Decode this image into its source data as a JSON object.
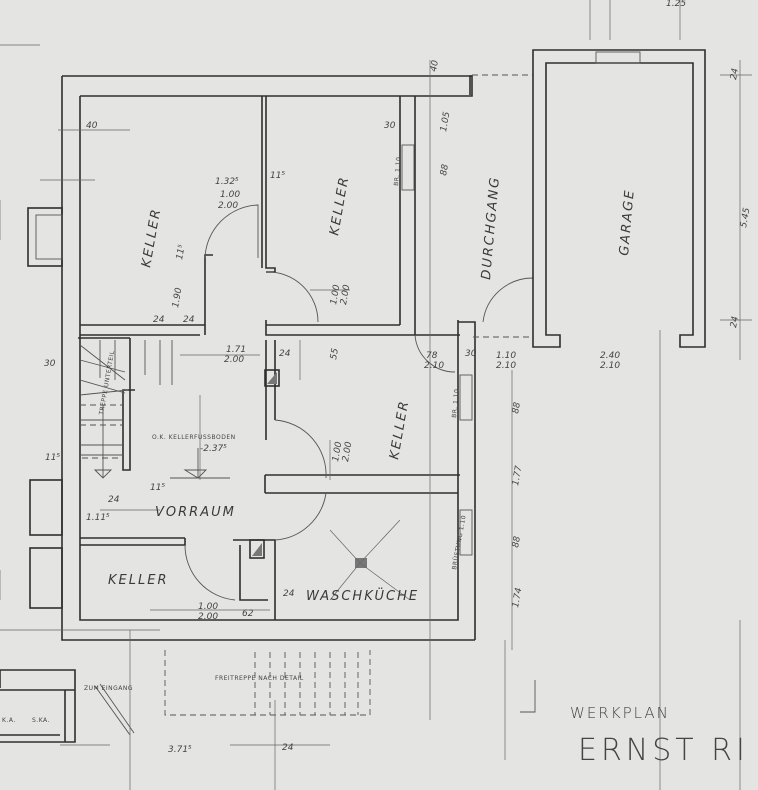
{
  "rooms": {
    "keller_nw": "KELLER",
    "keller_n": "KELLER",
    "durchgang": "DURCHGANG",
    "garage": "GARAGE",
    "keller_e": "KELLER",
    "vorraum": "VORRAUM",
    "keller_sw": "KELLER",
    "waschkueche": "WASCHKÜCHE"
  },
  "notes": {
    "floor_level_label": "O.K. KELLERFUSSBODEN",
    "floor_level_value": "-2.37⁵",
    "stair_note": "TREPPE UNTERTEIL",
    "outdoor_stair": "FREITREPPE NACH DETAIL",
    "to_entrance": "ZUM EINGANG",
    "window_n": "BR. 1.10",
    "window_e": "BR. 1.10",
    "window_wk": "BRÜSTUNG 1.10",
    "small_a": "K.A.",
    "small_b": "S.KA."
  },
  "title_block": {
    "plan_type": "WERKPLAN",
    "name": "ERNST RI"
  },
  "dimensions": [
    "40",
    "1.32⁵",
    "11⁵",
    "1.00",
    "2.00",
    "11⁵",
    "1.90",
    "24",
    "24",
    "30",
    "1.05",
    "88",
    "1.00",
    "2.00",
    "1.71",
    "2.00",
    "30",
    "78",
    "2.10",
    "1.10",
    "2.10",
    "2.40",
    "2.10",
    "1.00",
    "2.00",
    "1.00",
    "2.00",
    "62",
    "24",
    "1.77",
    "1.74",
    "88",
    "88",
    "1.11⁵",
    "24",
    "3.71⁵",
    "24",
    "5.45",
    "24",
    "24",
    "11⁵",
    "1.25",
    "40",
    "30",
    "11⁵",
    "55",
    "24"
  ]
}
